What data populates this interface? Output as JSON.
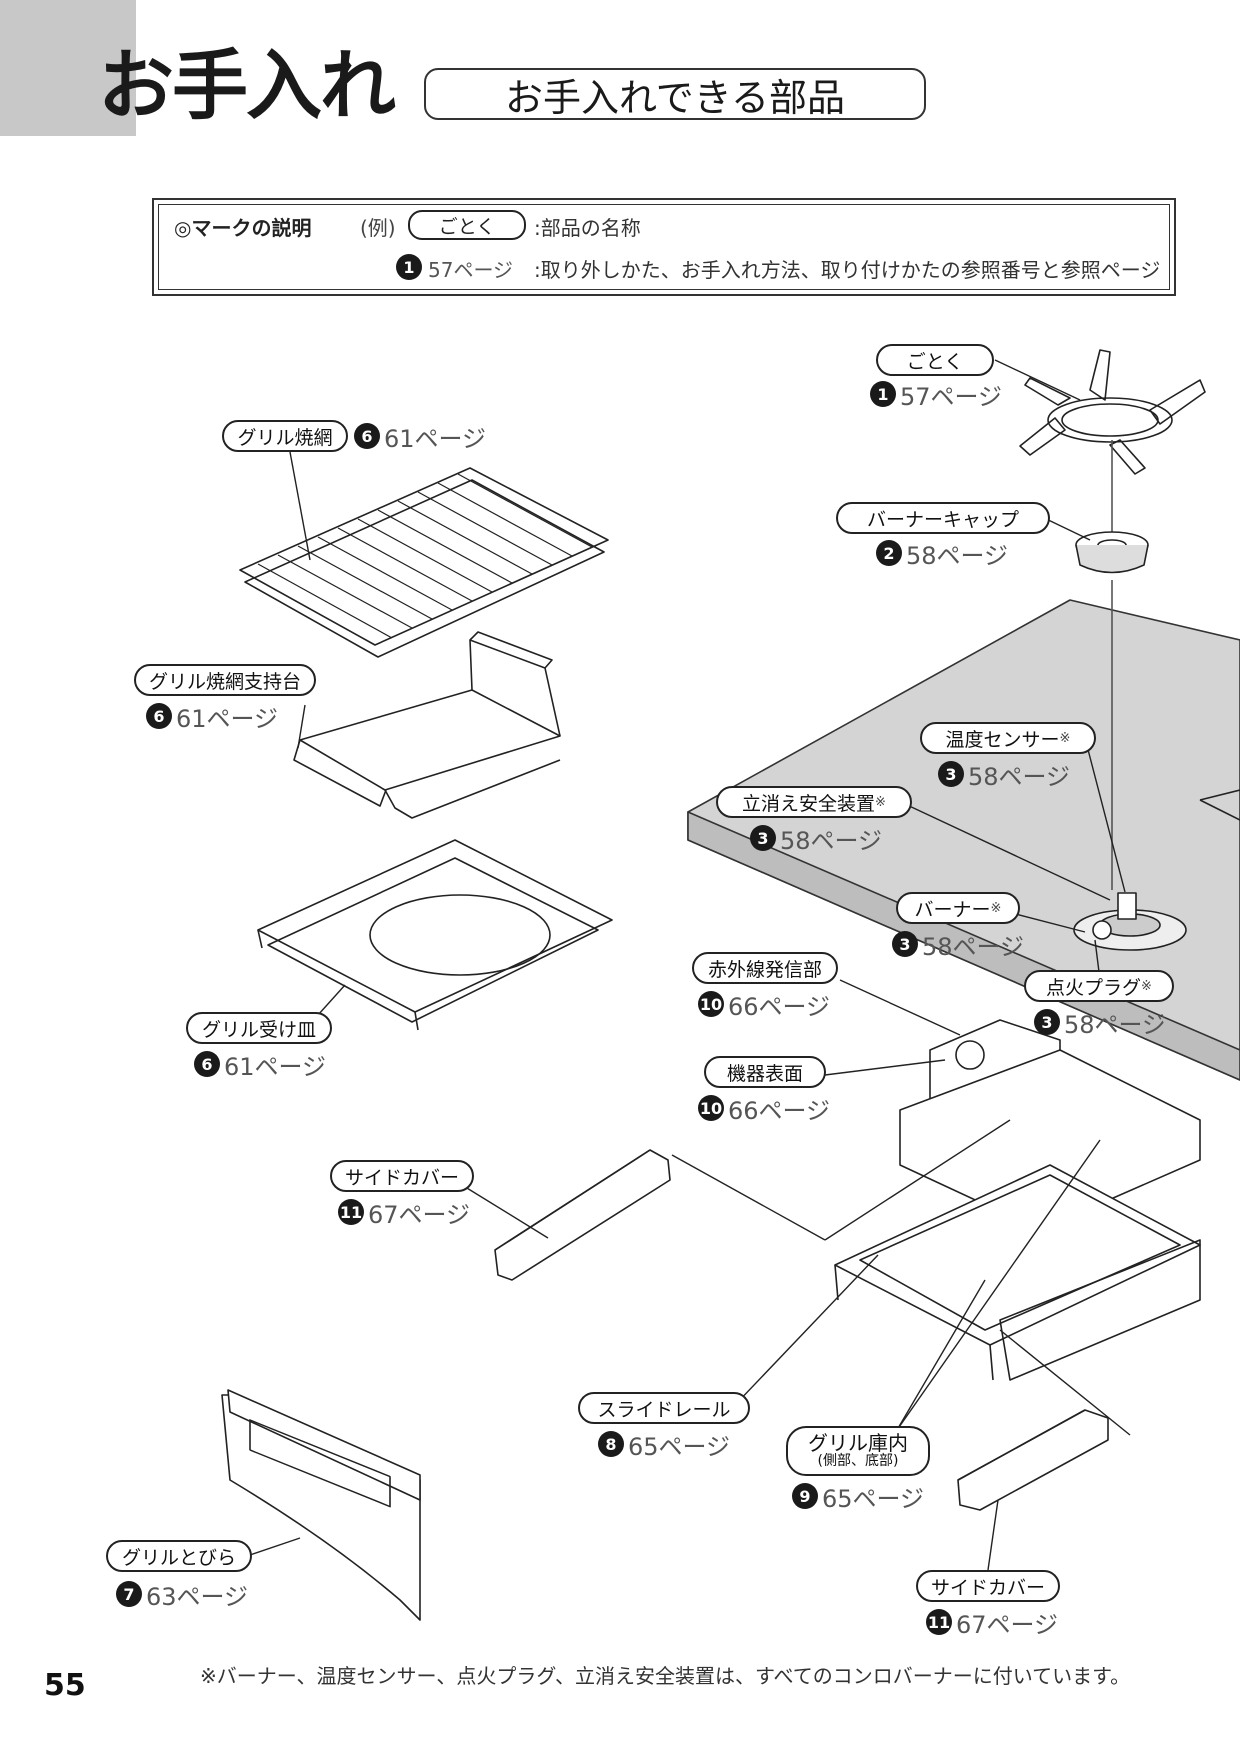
{
  "header": {
    "section_title": "お手入れ",
    "subtitle": "お手入れできる部品"
  },
  "legend": {
    "title": "◎マークの説明",
    "example_label": "(例)",
    "example_pill": "ごとく",
    "example_pill_desc": ":部品の名称",
    "example_num": "1",
    "example_page": "57ページ",
    "example_num_desc": ":取り外しかた、お手入れ方法、取り付けかたの参照番号と参照ページ"
  },
  "parts": {
    "gotoku": {
      "name": "ごとく",
      "num": "1",
      "page": "57ページ"
    },
    "burner_cap": {
      "name": "バーナーキャップ",
      "num": "2",
      "page": "58ページ"
    },
    "temp_sensor": {
      "name": "温度センサー",
      "note": "※",
      "num": "3",
      "page": "58ページ"
    },
    "safety_device": {
      "name": "立消え安全装置",
      "note": "※",
      "num": "3",
      "page": "58ページ"
    },
    "burner": {
      "name": "バーナー",
      "note": "※",
      "num": "3",
      "page": "58ページ"
    },
    "igniter": {
      "name": "点火プラグ",
      "note": "※",
      "num": "3",
      "page": "58ページ"
    },
    "grill_net": {
      "name": "グリル焼網",
      "num": "6",
      "page": "61ページ"
    },
    "grill_net_stand": {
      "name": "グリル焼網支持台",
      "num": "6",
      "page": "61ページ"
    },
    "grill_pan": {
      "name": "グリル受け皿",
      "num": "6",
      "page": "61ページ"
    },
    "infrared": {
      "name": "赤外線発信部",
      "num": "10",
      "page": "66ページ"
    },
    "surface": {
      "name": "機器表面",
      "num": "10",
      "page": "66ページ"
    },
    "side_cover_left": {
      "name": "サイドカバー",
      "num": "11",
      "page": "67ページ"
    },
    "slide_rail": {
      "name": "スライドレール",
      "num": "8",
      "page": "65ページ"
    },
    "grill_inside": {
      "name": "グリル庫内",
      "sub": "(側部、底部)",
      "num": "9",
      "page": "65ページ"
    },
    "grill_door": {
      "name": "グリルとびら",
      "num": "7",
      "page": "63ページ"
    },
    "side_cover_right": {
      "name": "サイドカバー",
      "num": "11",
      "page": "67ページ"
    }
  },
  "footer": {
    "page_number": "55",
    "footnote": "※バーナー、温度センサー、点火プラグ、立消え安全装置は、すべてのコンロバーナーに付いています。"
  },
  "colors": {
    "tab": "#c8c8c8",
    "ink": "#222222",
    "countertop": "#cfcfcf"
  }
}
